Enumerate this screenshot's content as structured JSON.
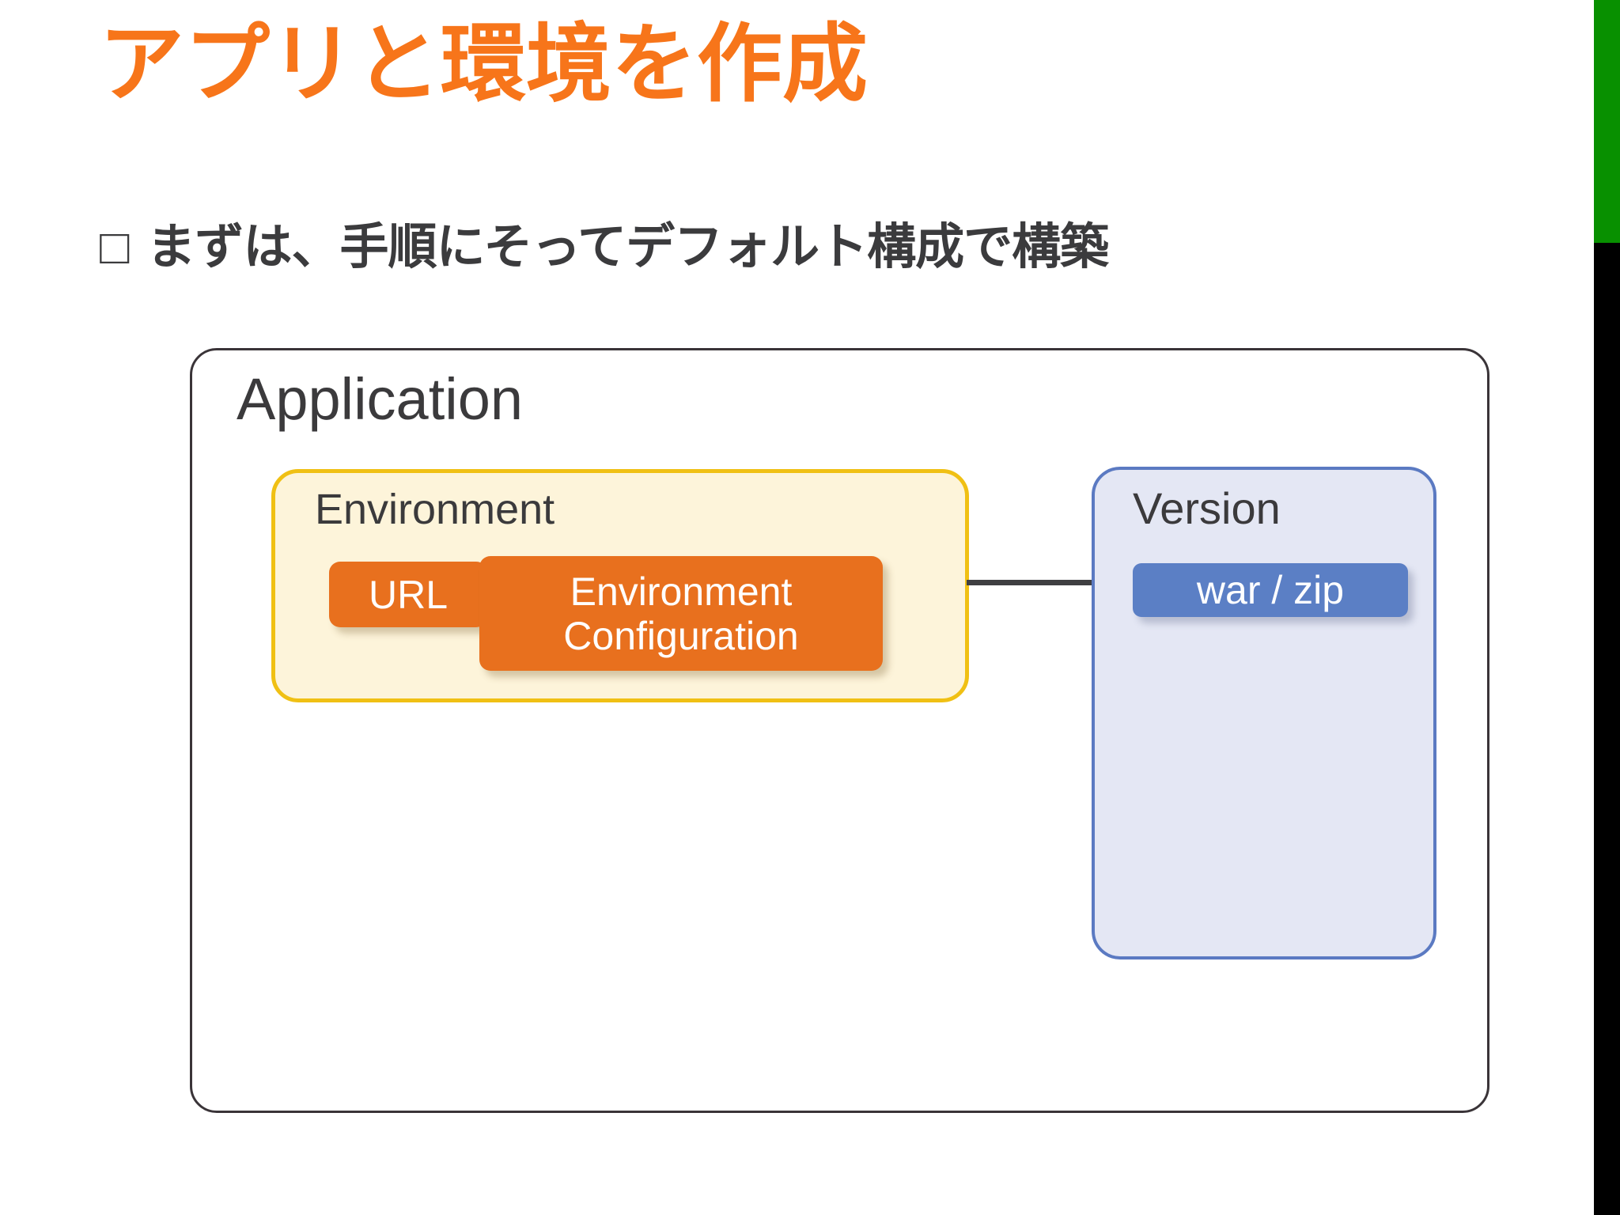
{
  "slide": {
    "title": "アプリと環境を作成",
    "title_color": "#F7751A",
    "bullet": {
      "marker": "□",
      "text": "まずは、手順にそってデフォルト構成で構築"
    }
  },
  "diagram": {
    "type": "nested-boxes",
    "application": {
      "label": "Application",
      "border_color": "#3a3438",
      "fill": "#ffffff"
    },
    "environment": {
      "label": "Environment",
      "border_color": "#F0C014",
      "fill": "#FDF4DA",
      "items": [
        {
          "label": "URL",
          "fill": "#E8701E",
          "text_color": "#ffffff"
        },
        {
          "label_line1": "Environment",
          "label_line2": "Configuration",
          "fill": "#E8701E",
          "text_color": "#ffffff"
        }
      ]
    },
    "version": {
      "label": "Version",
      "border_color": "#5B7AC2",
      "fill": "#E4E7F4",
      "items": [
        {
          "label": "war / zip",
          "fill": "#5B7FC5",
          "text_color": "#ffffff"
        }
      ]
    },
    "connector": {
      "from": "Environment Configuration",
      "to": "war / zip",
      "color": "#3f3f41"
    }
  },
  "decoration": {
    "edge_bar_green": "#089000",
    "edge_bar_black": "#000000"
  }
}
